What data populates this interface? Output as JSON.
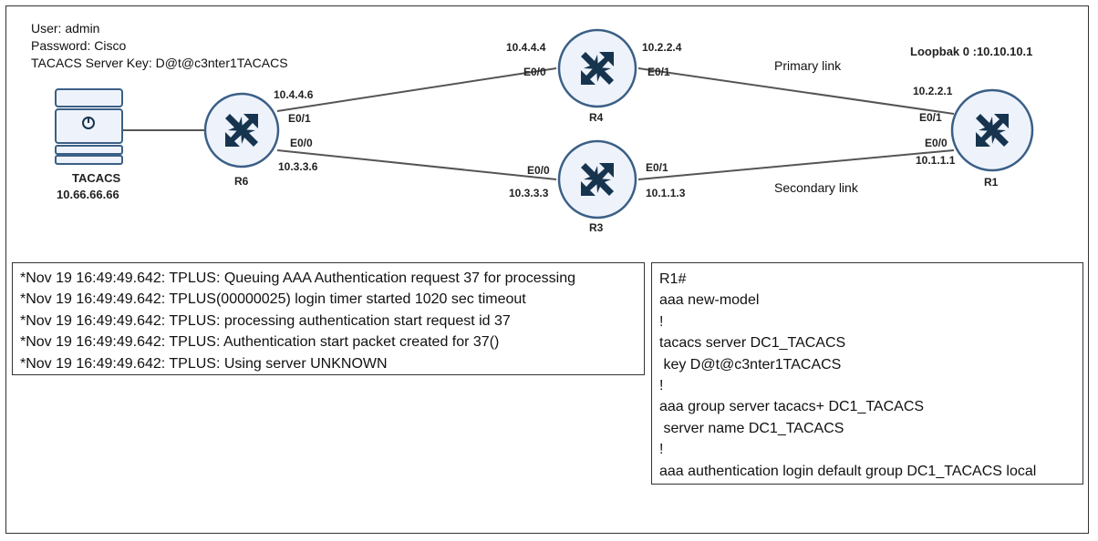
{
  "credentials": {
    "user": "User: admin",
    "password": "Password: Cisco",
    "key": "TACACS Server Key: D@t@c3nter1TACACS"
  },
  "tacacs": {
    "name": "TACACS",
    "ip": "10.66.66.66"
  },
  "r6": {
    "name": "R6",
    "e01_ip": "10.4.4.6",
    "e01": "E0/1",
    "e00": "E0/0",
    "e00_ip": "10.3.3.6"
  },
  "r4": {
    "name": "R4",
    "e00_ip": "10.4.4.4",
    "e00": "E0/0",
    "e01_ip": "10.2.2.4",
    "e01": "E0/1"
  },
  "r3": {
    "name": "R3",
    "e00": "E0/0",
    "e00_ip": "10.3.3.3",
    "e01": "E0/1",
    "e01_ip": "10.1.1.3"
  },
  "r1": {
    "name": "R1",
    "loopback": "Loopbak 0 :10.10.10.1",
    "e01_ip": "10.2.2.1",
    "e01": "E0/1",
    "e00": "E0/0",
    "e00_ip": "10.1.1.1"
  },
  "links": {
    "primary": "Primary link",
    "secondary": "Secondary link"
  },
  "debug_log": [
    "*Nov 19 16:49:49.642: TPLUS: Queuing AAA Authentication request 37 for processing",
    "*Nov 19 16:49:49.642: TPLUS(00000025) login timer started 1020 sec timeout",
    "*Nov 19 16:49:49.642: TPLUS: processing authentication start request id 37",
    "*Nov 19 16:49:49.642: TPLUS: Authentication start packet created for 37()",
    "*Nov 19 16:49:49.642: TPLUS: Using server UNKNOWN"
  ],
  "r1_config": [
    "R1#",
    "aaa new-model",
    "!",
    "tacacs server DC1_TACACS",
    " key D@t@c3nter1TACACS",
    "!",
    "aaa group server tacacs+ DC1_TACACS",
    " server name DC1_TACACS",
    "!",
    "aaa authentication login default group DC1_TACACS local"
  ],
  "colors": {
    "router_fill": "#eef3fb",
    "router_stroke": "#3b5f86",
    "arrow": "#17344f",
    "line": "#555555"
  }
}
